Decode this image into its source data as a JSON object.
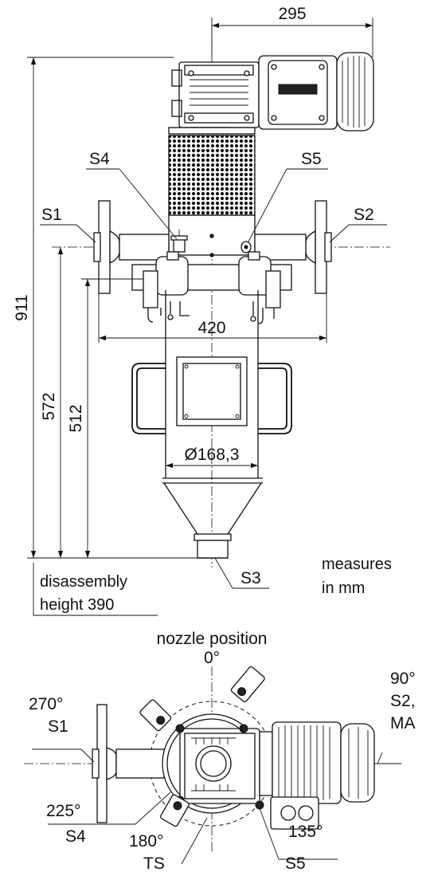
{
  "dimensions": {
    "motor_offset": "295",
    "overall_height": "911",
    "inlet_height": "572",
    "lower_nozzle_height": "512",
    "flange_width": "420",
    "body_diameter": "Ø168,3"
  },
  "side_view_labels": {
    "s1": "S1",
    "s2": "S2",
    "s3": "S3",
    "s4": "S4",
    "s5": "S5"
  },
  "notes": {
    "disassembly_line1": "disassembly",
    "disassembly_line2": "height 390",
    "measures_line1": "measures",
    "measures_line2": "in mm"
  },
  "top_view": {
    "title": "nozzle position",
    "deg_0": "0°",
    "deg_90": "90°",
    "s2_ma_line1": "S2,",
    "s2_ma_line2": "MA",
    "deg_270": "270°",
    "s1": "S1",
    "deg_225": "225°",
    "s4": "S4",
    "deg_180": "180°",
    "ts": "TS",
    "deg_135": "135°",
    "s5": "S5"
  }
}
